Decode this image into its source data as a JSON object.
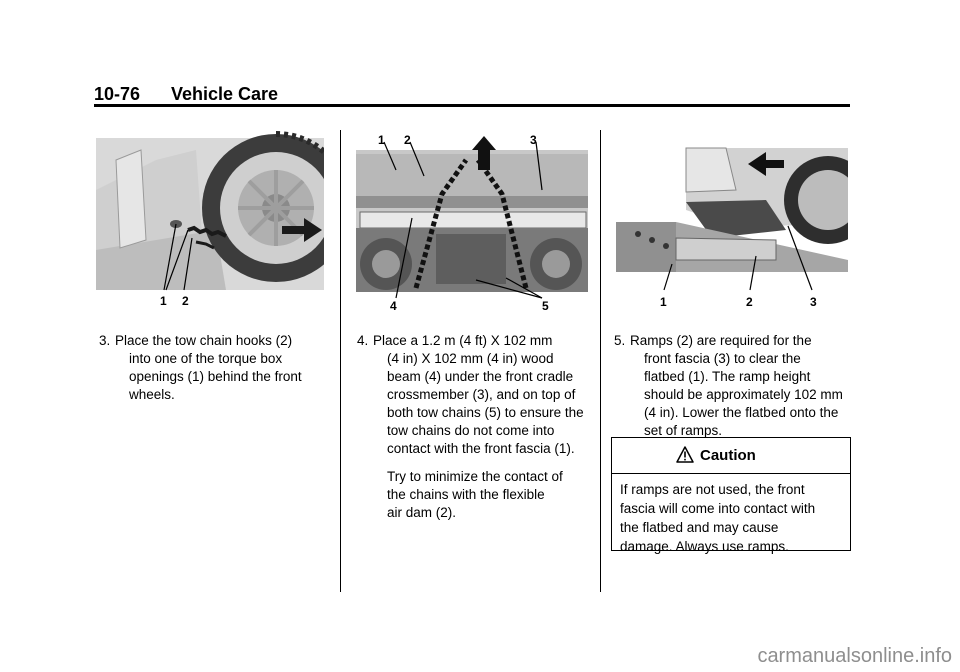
{
  "header": {
    "page_number": "10-76",
    "section_title": "Vehicle Care"
  },
  "figures": [
    {
      "callouts": [
        "1",
        "2"
      ]
    },
    {
      "callouts": [
        "1",
        "2",
        "3",
        "4",
        "5"
      ]
    },
    {
      "callouts": [
        "1",
        "2",
        "3"
      ]
    }
  ],
  "steps": [
    {
      "number": "3.",
      "lines": [
        "Place the tow chain hooks (2)",
        "into one of the torque box",
        "openings (1) behind the front",
        "wheels."
      ]
    },
    {
      "number": "4.",
      "lines": [
        "Place a 1.2 m (4 ft) X 102 mm",
        "(4 in) X 102 mm (4 in) wood",
        "beam (4) under the front cradle",
        "crossmember (3), and on top of",
        "both tow chains (5) to ensure the",
        "tow chains do not come into",
        "contact with the front fascia (1)."
      ],
      "extra_lines": [
        "Try to minimize the contact of",
        "the chains with the flexible",
        "air dam (2)."
      ]
    },
    {
      "number": "5.",
      "lines": [
        "Ramps (2) are required for the",
        "front fascia (3) to clear the",
        "flatbed (1). The ramp height",
        "should be approximately 102 mm",
        "(4 in). Lower the flatbed onto the",
        "set of ramps."
      ]
    }
  ],
  "caution": {
    "title": "Caution",
    "lines": [
      "If ramps are not used, the front",
      "fascia will come into contact with",
      "the flatbed and may cause",
      "damage. Always use ramps."
    ]
  },
  "watermark": "carmanualsonline.info"
}
